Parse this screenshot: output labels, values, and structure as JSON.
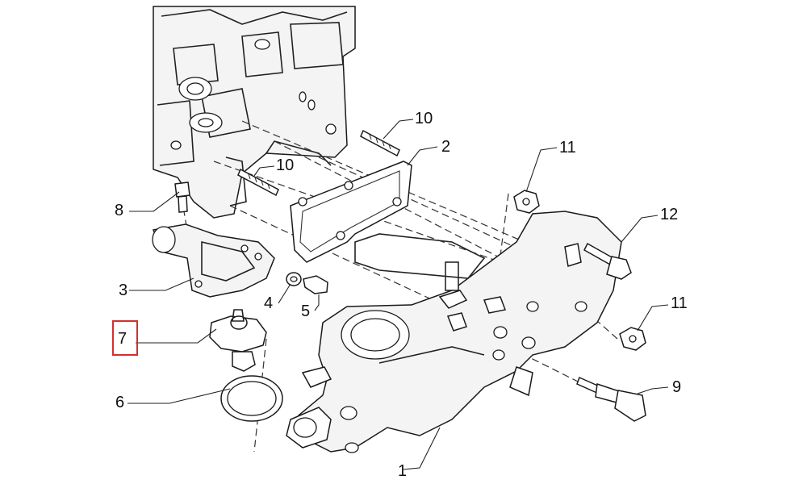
{
  "callouts": [
    {
      "id": "c1",
      "text": "1"
    },
    {
      "id": "c2",
      "text": "2"
    },
    {
      "id": "c3",
      "text": "3"
    },
    {
      "id": "c4",
      "text": "4"
    },
    {
      "id": "c5",
      "text": "5"
    },
    {
      "id": "c6",
      "text": "6"
    },
    {
      "id": "c7",
      "text": "7"
    },
    {
      "id": "c8",
      "text": "8"
    },
    {
      "id": "c9",
      "text": "9"
    },
    {
      "id": "c10a",
      "text": "10"
    },
    {
      "id": "c10b",
      "text": "10"
    },
    {
      "id": "c11a",
      "text": "11"
    },
    {
      "id": "c11b",
      "text": "11"
    },
    {
      "id": "c12",
      "text": "12"
    }
  ],
  "highlight": {
    "callout": "7",
    "color": "#d32f2f"
  }
}
